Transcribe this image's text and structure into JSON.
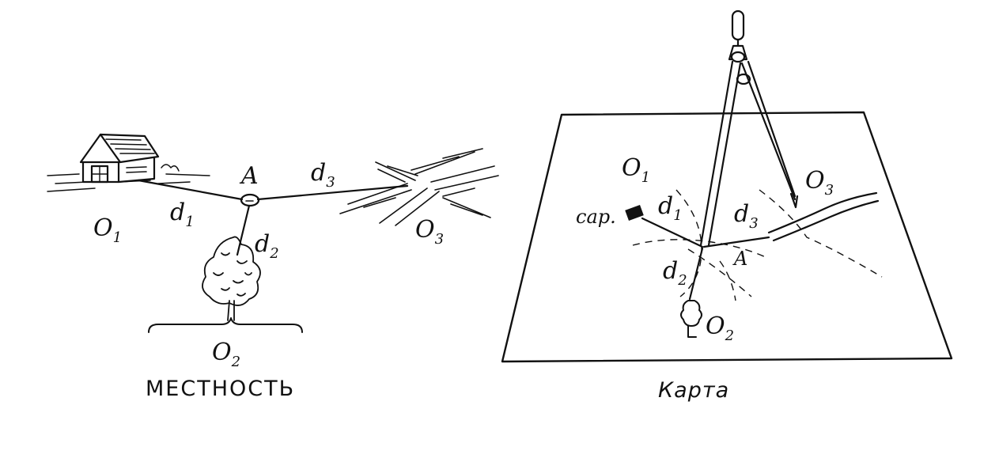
{
  "terrain": {
    "caption": "МЕСТНОСТЬ",
    "o1": "O",
    "o1_sub": "1",
    "o2": "O",
    "o2_sub": "2",
    "o3": "O",
    "o3_sub": "3",
    "point": "A",
    "d1": "d",
    "d1_sub": "1",
    "d2": "d",
    "d2_sub": "2",
    "d3": "d",
    "d3_sub": "3"
  },
  "map": {
    "caption": "Карта",
    "o1": "O",
    "o1_sub": "1",
    "o2": "O",
    "o2_sub": "2",
    "o3": "O",
    "o3_sub": "3",
    "point": "A",
    "d1": "d",
    "d1_sub": "1",
    "d2": "d",
    "d2_sub": "2",
    "d3": "d",
    "d3_sub": "3",
    "shed_label": "сар."
  }
}
